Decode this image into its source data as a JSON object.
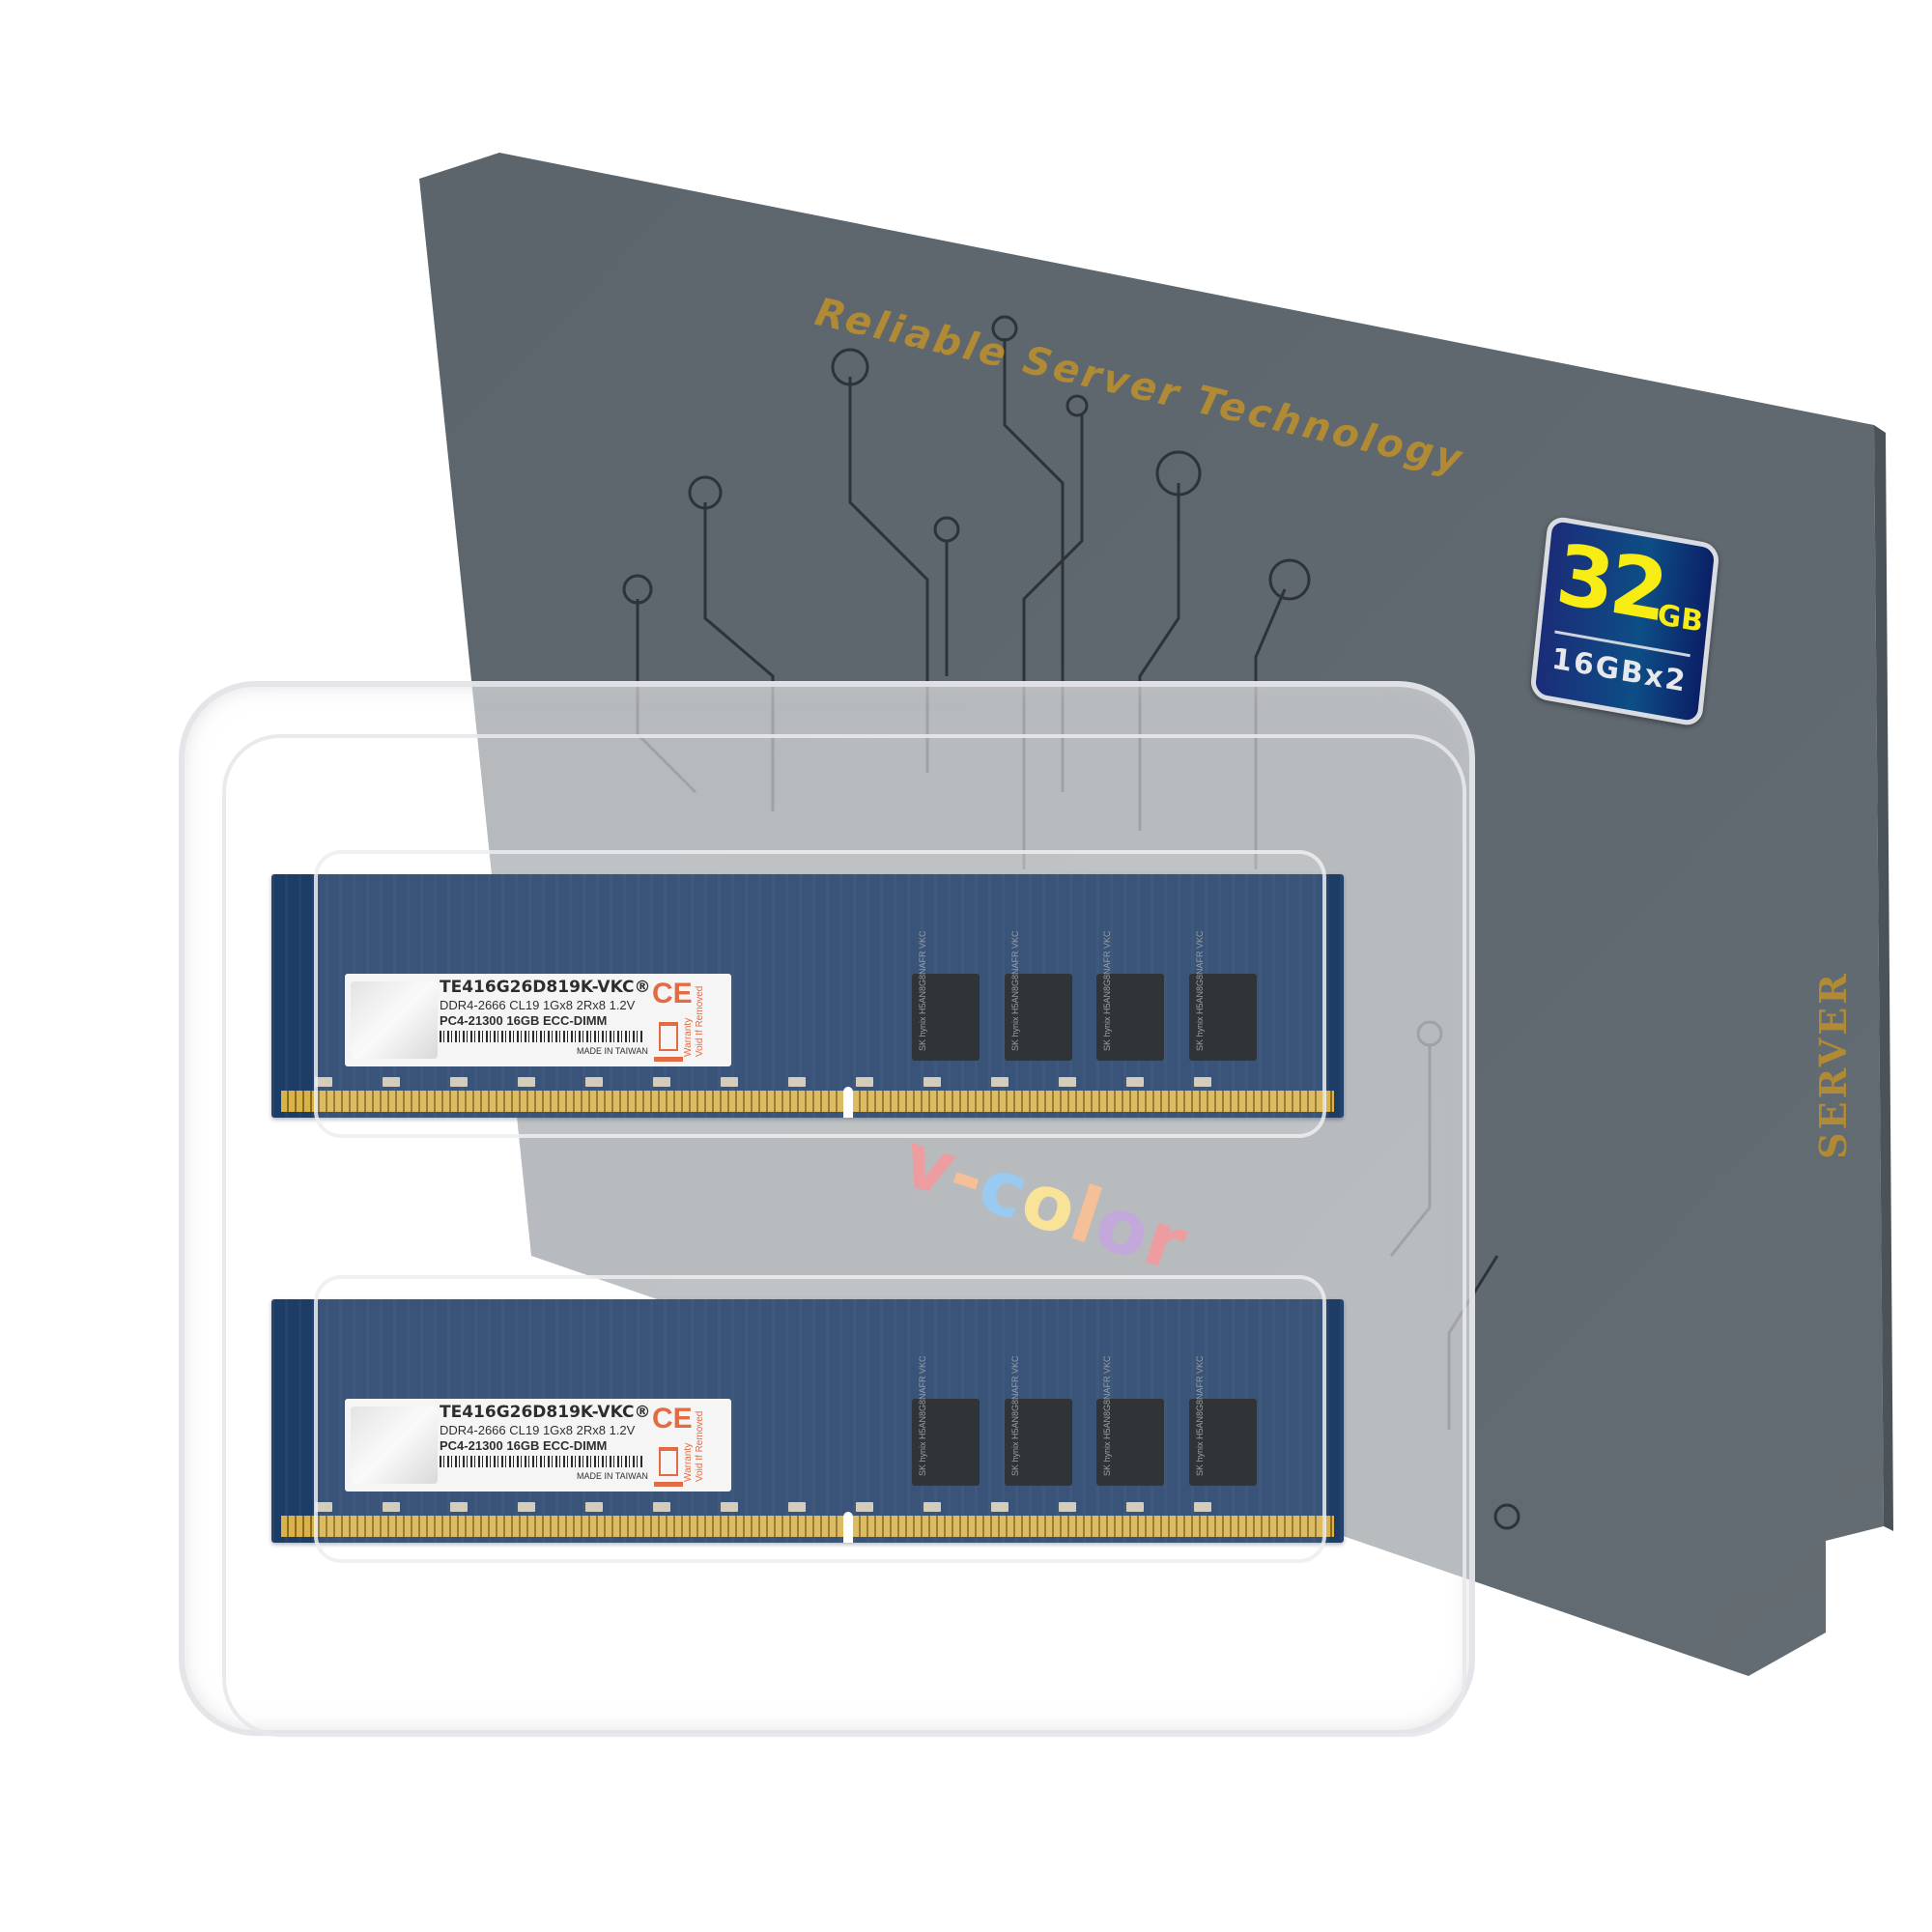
{
  "box": {
    "tagline": "Reliable Server Technology",
    "side_label": "SERVER",
    "brand_letters": [
      "v",
      "-",
      "c",
      "o",
      "l",
      "o",
      "r"
    ],
    "capacity_badge": {
      "total": "32",
      "unit": "GB",
      "config": "16GBx2"
    },
    "colors": {
      "box": "#5f676e",
      "gold_text": "#b08a35",
      "badge_yellow": "#f7ec14",
      "badge_blue": "#1b2c78"
    }
  },
  "modules": [
    {
      "label": {
        "part_number": "TE416G26D819K-VKC®",
        "spec_line": "DDR4-2666 CL19 1Gx8  2Rx8 1.2V",
        "spec_line_2": "PC4-21300 16GB ECC-DIMM",
        "origin": "MADE IN TAIWAN",
        "ce_mark": "CE",
        "warranty": "Warranty",
        "warranty_2": "Void If Removed"
      },
      "chip_text": "SK hynix H5AN8G8NAFR VKC"
    },
    {
      "label": {
        "part_number": "TE416G26D819K-VKC®",
        "spec_line": "DDR4-2666 CL19 1Gx8  2Rx8 1.2V",
        "spec_line_2": "PC4-21300 16GB ECC-DIMM",
        "origin": "MADE IN TAIWAN",
        "ce_mark": "CE",
        "warranty": "Warranty",
        "warranty_2": "Void If Removed"
      },
      "chip_text": "SK hynix H5AN8G8NAFR VKC"
    }
  ]
}
